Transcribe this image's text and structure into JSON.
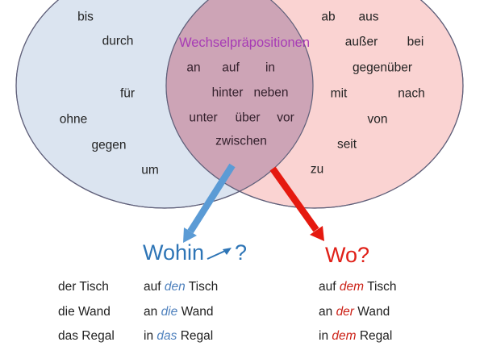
{
  "colors": {
    "accusative_fill": "#dbe4f0",
    "dative_fill": "#fad3d2",
    "overlap_fill": "#cda4b6",
    "circle_stroke": "#60607a",
    "center_label_color": "#a73bb5",
    "wohin_color": "#2e75b6",
    "wo_color": "#e02018",
    "blue_arrow_color": "#5b9bd5",
    "red_arrow_color": "#e5190f",
    "accusative_article_color": "#4f81bd",
    "dative_article_color": "#cc2218",
    "word_color": "#232323"
  },
  "venn": {
    "center_label": "Wechselpräpositionen",
    "accusative_words": [
      "bis",
      "durch",
      "für",
      "ohne",
      "gegen",
      "um"
    ],
    "two_way_words": [
      "an",
      "auf",
      "in",
      "hinter",
      "neben",
      "unter",
      "über",
      "vor",
      "zwischen"
    ],
    "dative_words": [
      "ab",
      "aus",
      "außer",
      "bei",
      "gegenüber",
      "mit",
      "nach",
      "von",
      "seit",
      "zu"
    ]
  },
  "questions": {
    "wohin_label": "Wohin",
    "wohin_mark": "?",
    "wo_label": "Wo?"
  },
  "table": {
    "nouns": [
      "der Tisch",
      "die Wand",
      "das Regal"
    ],
    "wohin_rows": [
      {
        "prep": "auf",
        "article": "den",
        "noun": "Tisch"
      },
      {
        "prep": "an",
        "article": "die",
        "noun": "Wand"
      },
      {
        "prep": "in",
        "article": "das",
        "noun": "Regal"
      }
    ],
    "wo_rows": [
      {
        "prep": "auf",
        "article": "dem",
        "noun": "Tisch"
      },
      {
        "prep": "an",
        "article": "der",
        "noun": "Wand"
      },
      {
        "prep": "in",
        "article": "dem",
        "noun": "Regal"
      }
    ]
  }
}
